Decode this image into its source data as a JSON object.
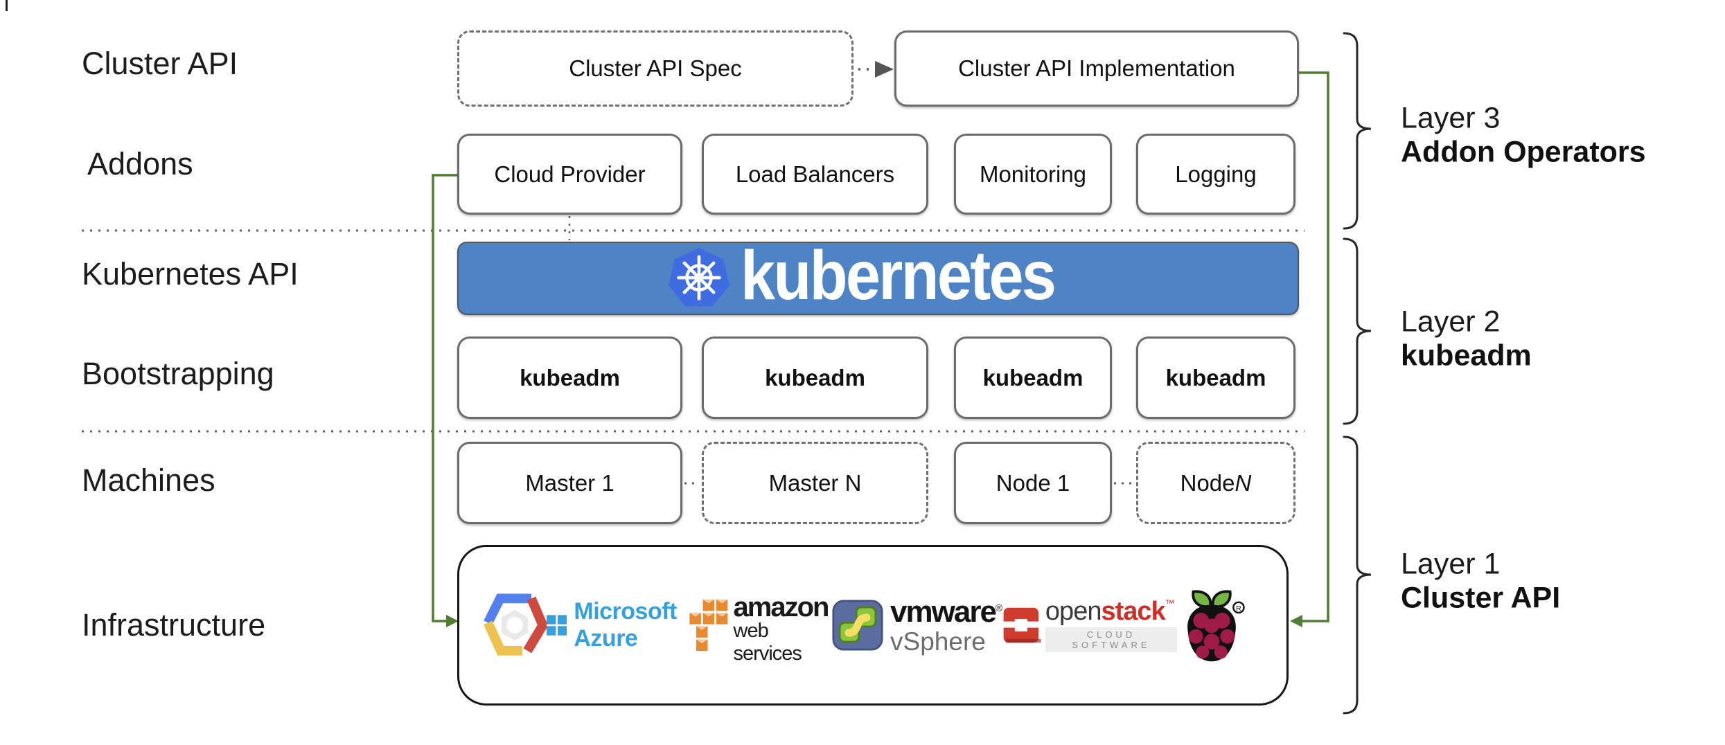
{
  "row_labels": [
    "Cluster API",
    "Addons",
    "Kubernetes API",
    "Bootstrapping",
    "Machines",
    "Infrastructure"
  ],
  "top_row": {
    "spec": "Cluster API Spec",
    "implementation": "Cluster API Implementation"
  },
  "addons": [
    "Cloud Provider",
    "Load Balancers",
    "Monitoring",
    "Logging"
  ],
  "kubernetes": {
    "wordmark": "kubernetes"
  },
  "bootstrapping": [
    "kubeadm",
    "kubeadm",
    "kubeadm",
    "kubeadm"
  ],
  "machines": [
    {
      "text": "Master 1",
      "italic": ""
    },
    {
      "text": "Master N",
      "italic": ""
    },
    {
      "text": "Node 1",
      "italic": ""
    },
    {
      "text": "Node ",
      "italic": "N"
    }
  ],
  "infrastructure_logos": {
    "google_cloud": "google-cloud-platform",
    "azure_text": "Microsoft Azure",
    "aws_line1": "amazon",
    "aws_line2": "web services",
    "vmware_line1": "vmware",
    "vmware_reg": "®",
    "vmware_line2": "vSphere",
    "openstack_open": "open",
    "openstack_stack": "stack",
    "openstack_tm": "™",
    "openstack_sub": "CLOUD SOFTWARE",
    "raspberry_pi": "raspberry-pi"
  },
  "layers": [
    {
      "name": "Layer 3",
      "title": "Addon Operators"
    },
    {
      "name": "Layer 2",
      "title": "kubeadm"
    },
    {
      "name": "Layer 1",
      "title": "Cluster API"
    }
  ],
  "colors": {
    "arrow_green": "#4e7e32",
    "banner_blue": "#4e83c5",
    "k8s_logo_blue": "#3f6ce0",
    "box_border_gray": "#6b6b6b",
    "azure_blue": "#35a0dd",
    "aws_orange": "#e8882f",
    "vmware_slate": "#5b6c9e",
    "vmware_green": "#8cc63f",
    "openstack_red": "#cf3c2d",
    "raspberry_crimson": "#9e1b47",
    "leaf_green": "#74b544",
    "gcp_blue": "#5380ec",
    "gcp_red": "#cc4a3f",
    "gcp_yellow": "#eec24e"
  }
}
